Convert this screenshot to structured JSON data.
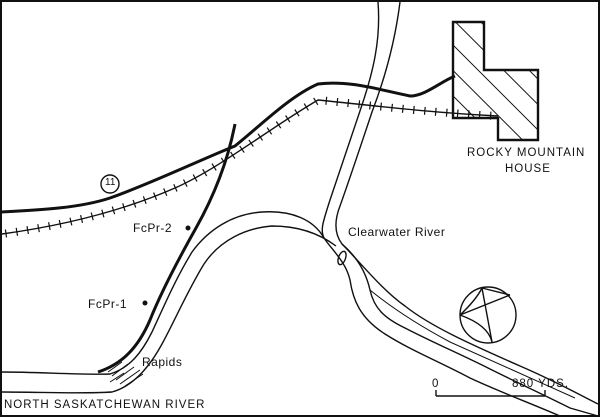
{
  "labels": {
    "town_line1": "ROCKY  MOUNTAIN",
    "town_line2": "HOUSE",
    "clearwater": "Clearwater River",
    "site1": "FcPr-2",
    "site2": "FcPr-1",
    "rapids": "Rapids",
    "north_sask": "NORTH SASKATCHEWAN RIVER",
    "highway_number": "11",
    "scale_start": "0",
    "scale_end": "880 YDS."
  },
  "colors": {
    "ink": "#111111",
    "paper": "#ffffff"
  }
}
